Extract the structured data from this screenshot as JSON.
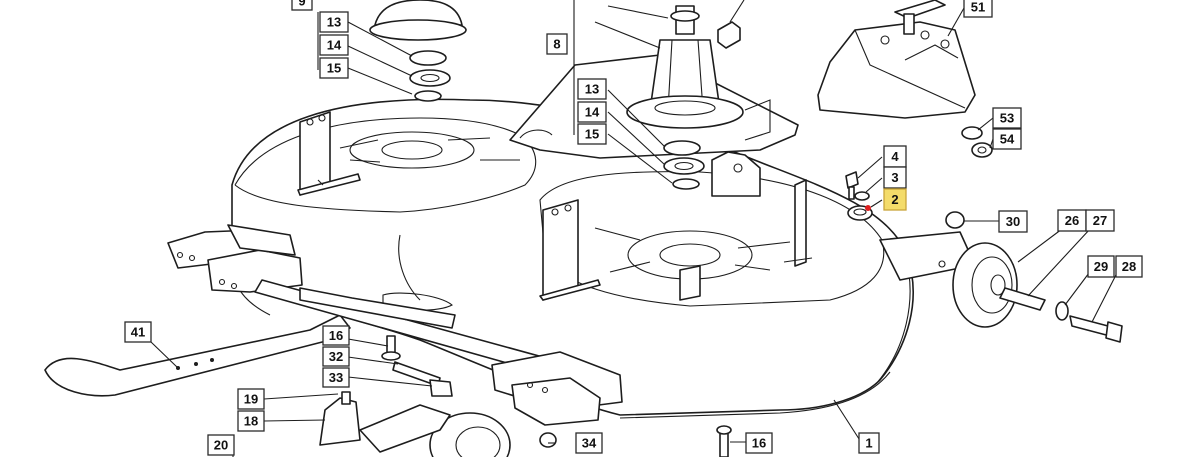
{
  "diagram": {
    "callouts": [
      {
        "id": "c9",
        "label": "9"
      },
      {
        "id": "c13a",
        "label": "13"
      },
      {
        "id": "c14a",
        "label": "14"
      },
      {
        "id": "c15a",
        "label": "15"
      },
      {
        "id": "c13b",
        "label": "13"
      },
      {
        "id": "c14b",
        "label": "14"
      },
      {
        "id": "c15b",
        "label": "15"
      },
      {
        "id": "c8",
        "label": "8"
      },
      {
        "id": "c51",
        "label": "51"
      },
      {
        "id": "c53",
        "label": "53"
      },
      {
        "id": "c54",
        "label": "54"
      },
      {
        "id": "c4",
        "label": "4"
      },
      {
        "id": "c3",
        "label": "3"
      },
      {
        "id": "c2",
        "label": "2",
        "highlight": true
      },
      {
        "id": "c30",
        "label": "30"
      },
      {
        "id": "c26",
        "label": "26"
      },
      {
        "id": "c27",
        "label": "27"
      },
      {
        "id": "c29",
        "label": "29"
      },
      {
        "id": "c28",
        "label": "28"
      },
      {
        "id": "c41",
        "label": "41"
      },
      {
        "id": "c16a",
        "label": "16"
      },
      {
        "id": "c32",
        "label": "32"
      },
      {
        "id": "c33",
        "label": "33"
      },
      {
        "id": "c19",
        "label": "19"
      },
      {
        "id": "c18",
        "label": "18"
      },
      {
        "id": "c20",
        "label": "20"
      },
      {
        "id": "c34",
        "label": "34"
      },
      {
        "id": "c16b",
        "label": "16"
      },
      {
        "id": "c1",
        "label": "1"
      }
    ],
    "colors": {
      "line": "#1d1d1d",
      "highlight": "#f4dc6a",
      "highlight_dot": "#e02020"
    }
  }
}
